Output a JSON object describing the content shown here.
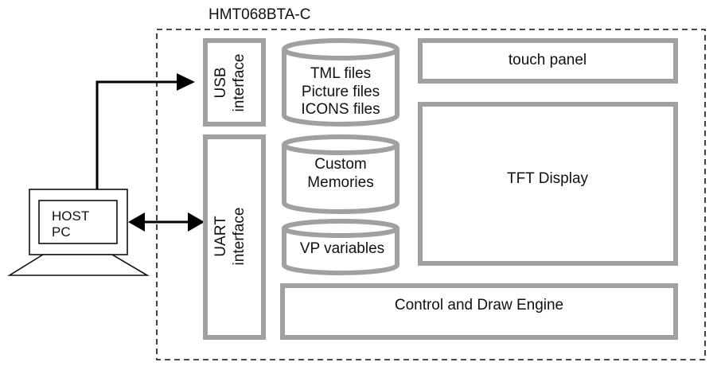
{
  "diagram": {
    "title": "HMT068BTA-C",
    "host": {
      "line1": "HOST",
      "line2": "PC"
    },
    "usb_interface": {
      "line1": "USB",
      "line2": "interface"
    },
    "uart_interface": {
      "line1": "UART",
      "line2": "interface"
    },
    "storage": [
      {
        "lines": [
          "TML files",
          "Picture files",
          "ICONS files"
        ]
      },
      {
        "lines": [
          "Custom",
          "Memories"
        ]
      },
      {
        "lines": [
          "VP variables"
        ]
      }
    ],
    "touch_panel": "touch panel",
    "tft_display": "TFT Display",
    "engine": "Control and Draw Engine",
    "connections": [
      {
        "from": "HOST PC",
        "to": "USB interface",
        "direction": "one-way"
      },
      {
        "from": "HOST PC",
        "to": "UART interface",
        "direction": "two-way"
      }
    ],
    "colors": {
      "block_border": "#a0a0a0",
      "line": "#000000",
      "text": "#111111"
    }
  }
}
